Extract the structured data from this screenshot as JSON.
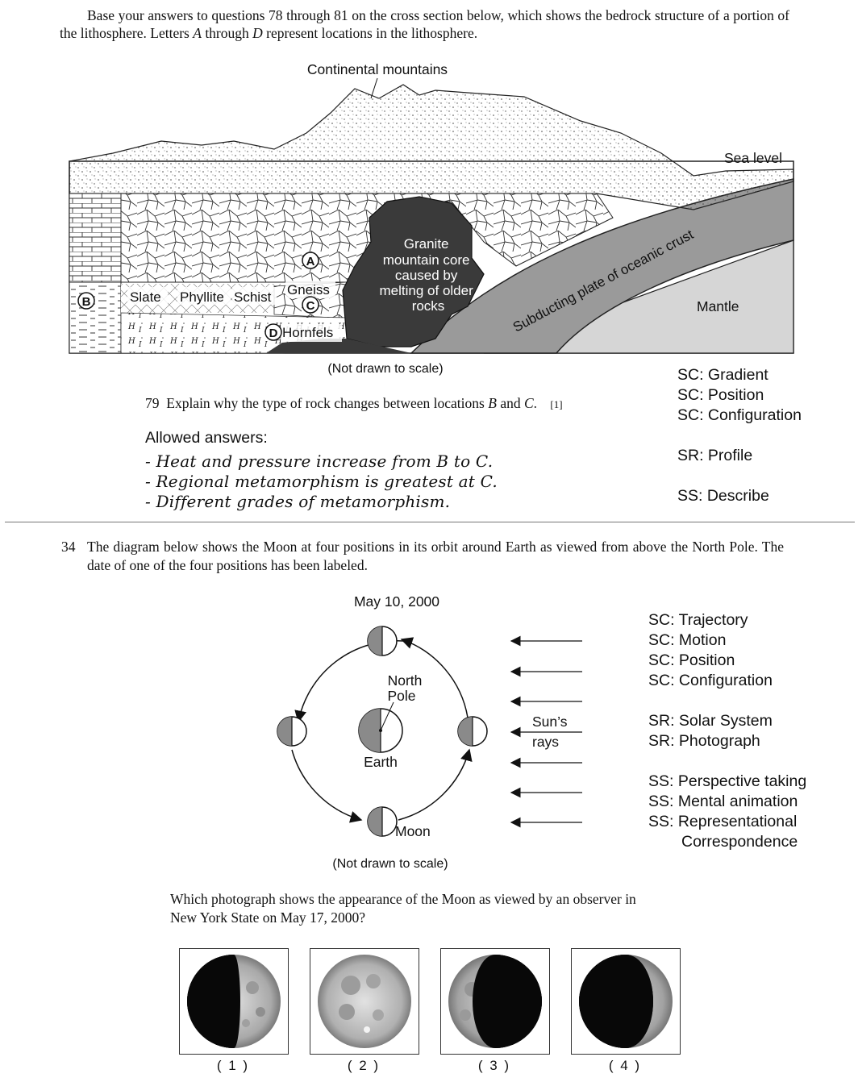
{
  "intro": {
    "text_a": "Base your answers to questions 78 through 81 on the cross section below, which shows the bedrock structure of a portion of the lithosphere. Letters ",
    "letter_a": "A",
    "text_b": " through ",
    "letter_d": "D",
    "text_c": " represent locations in the lithosphere."
  },
  "cross_section": {
    "labels": {
      "mountains": "Continental mountains",
      "sea_level": "Sea level",
      "granite_1": "Granite",
      "granite_2": "mountain core",
      "granite_3": "caused by",
      "granite_4": "melting of older",
      "granite_5": "rocks",
      "plate": "Subducting plate of oceanic crust",
      "mantle": "Mantle",
      "slate": "Slate",
      "phyllite": "Phyllite",
      "schist": "Schist",
      "gneiss": "Gneiss",
      "hornfels": "Hornfels",
      "loc_a": "A",
      "loc_b": "B",
      "loc_c": "C",
      "loc_d": "D"
    },
    "note": "(Not drawn to scale)"
  },
  "q79": {
    "number": "79",
    "text_a": "Explain why the type of rock changes between locations ",
    "b": "B",
    "and": " and ",
    "c": "C",
    "period": ".",
    "credit": "[1]",
    "allowed_heading": "Allowed answers:",
    "answers": [
      "- Heat and pressure increase from B to C.",
      "- Regional metamorphism is greatest at C.",
      "- Different grades of metamorphism."
    ],
    "tags": [
      "SC: Gradient",
      "SC: Position",
      "SC: Configuration",
      "SR: Profile",
      "SS: Describe"
    ]
  },
  "q34": {
    "number": "34",
    "text": "The diagram below shows the Moon at four positions in its orbit around Earth as viewed from above the North Pole. The date of one of the four positions has been labeled.",
    "diagram": {
      "date": "May 10, 2000",
      "north": "North",
      "pole": "Pole",
      "earth": "Earth",
      "moon": "Moon",
      "suns": "Sun’s",
      "rays": "rays",
      "note": "(Not drawn to scale)"
    },
    "tags": [
      "SC: Trajectory",
      "SC: Motion",
      "SC: Position",
      "SC: Configuration",
      "SR: Solar System",
      "SR: Photograph",
      "SS: Perspective taking",
      "SS: Mental animation",
      "SS: Representational",
      "Correspondence"
    ],
    "question_line1": "Which photograph shows the appearance of the Moon as viewed by an observer in",
    "question_line2": "New York State on May 17, 2000?",
    "choices": [
      "( 1 )",
      "( 2 )",
      "( 3 )",
      "( 4 )"
    ]
  },
  "colors": {
    "dark_rock": "#3a3a3a",
    "plate_gray": "#9a9a9a",
    "mantle_gray": "#d6d6d6",
    "moon_shadow": "#8a8a8a"
  }
}
